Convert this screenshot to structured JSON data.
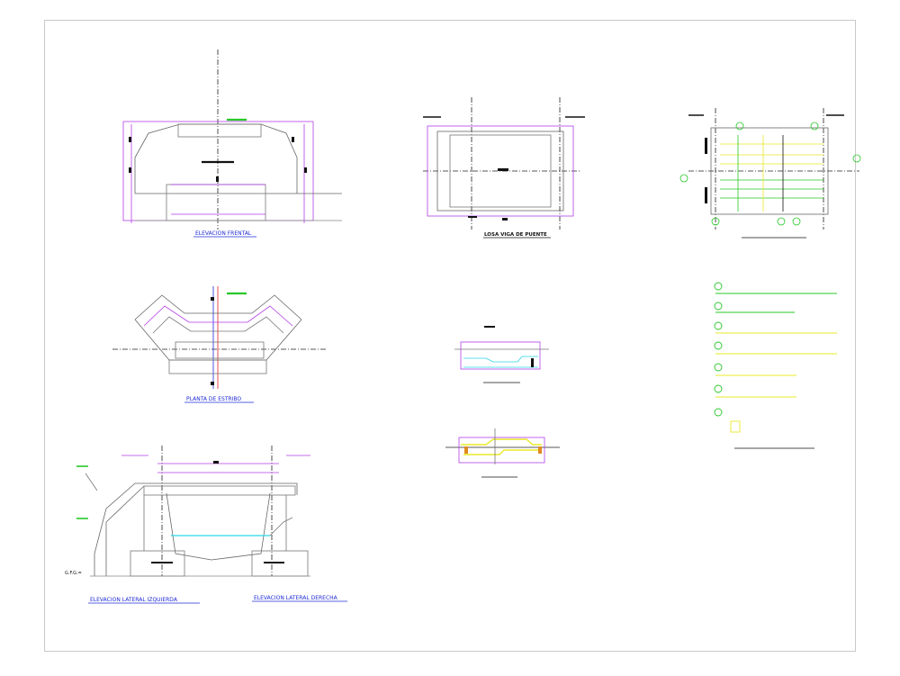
{
  "drawing": {
    "titles": {
      "front_elevation": "ELEVACION FRENTAL",
      "slab_plan": "LOSA VIGA DE PUENTE",
      "rebar_detail": "",
      "plan_view": "PLANTA DE ESTRIBO",
      "section_small_1": "",
      "section_small_2": "",
      "bar_schedule": "",
      "left_elevation": "ELEVACION LATERAL IZQUIERDA",
      "right_elevation": "ELEVACION LATERAL DERECHA"
    },
    "labels": {
      "ground_level": "G.F.G.="
    },
    "colors": {
      "magenta": "#b13ee6",
      "yellow": "#e9e92a",
      "green": "#28c828",
      "cyan": "#2ad6e6",
      "blue": "#1f2bd6",
      "red": "#e02020",
      "black": "#111111",
      "gray": "#9a9a9a"
    }
  }
}
